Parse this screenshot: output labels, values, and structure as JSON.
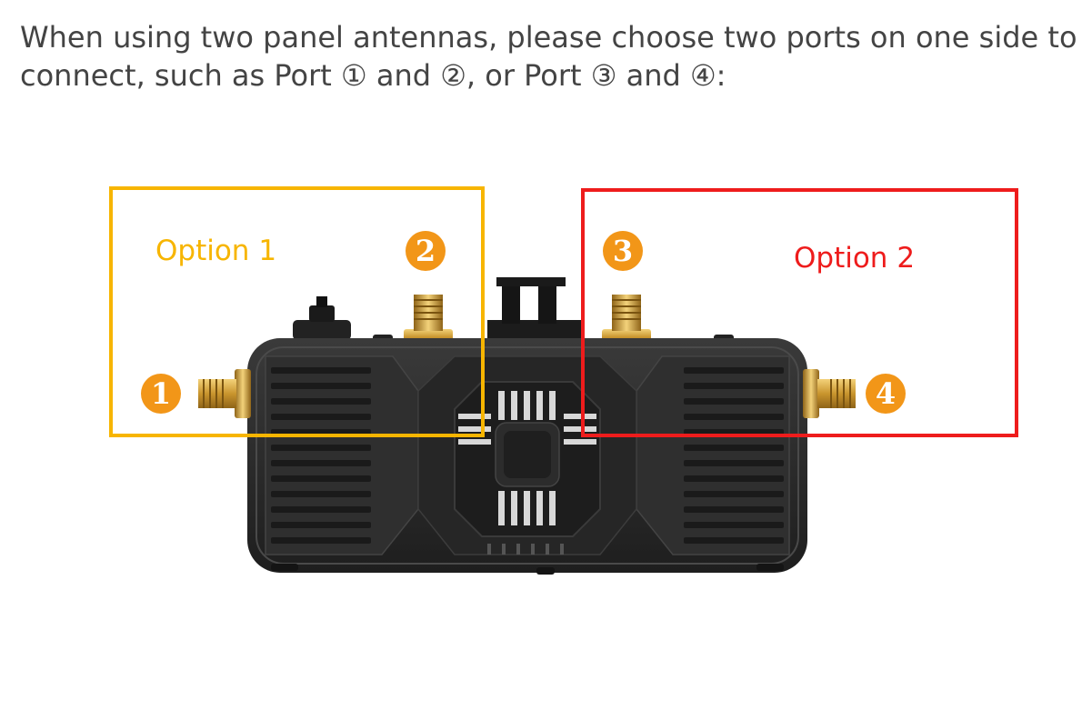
{
  "instructions": {
    "line1": "When using two panel antennas, please choose two ports on one side to",
    "line2": "connect, such as Port ① and ②, or Port ③ and ④:"
  },
  "options": [
    {
      "label": "Option 1",
      "color": "#f7b500"
    },
    {
      "label": "Option 2",
      "color": "#ee1c1c"
    }
  ],
  "ports": [
    "1",
    "2",
    "3",
    "4"
  ],
  "colors": {
    "badge": "#f29618",
    "device_body": "#2b2b2b",
    "connector": "#d4a640"
  }
}
